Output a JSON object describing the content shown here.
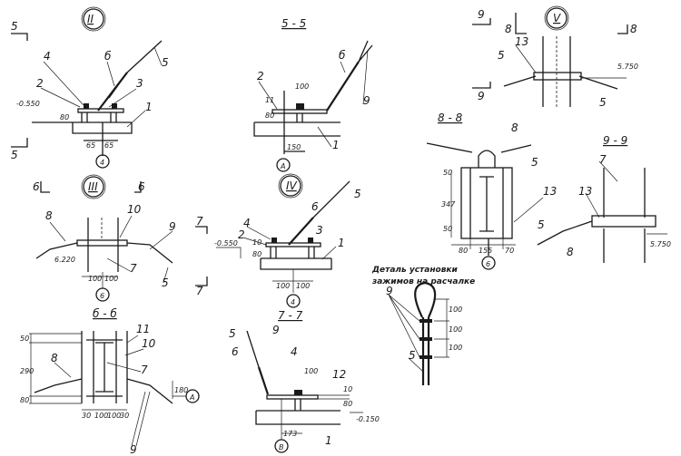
{
  "view_ii": {
    "title": "II",
    "section_marks": [
      "5",
      "5"
    ],
    "level": "-0.550",
    "labels": [
      "4",
      "2",
      "б",
      "3",
      "1",
      "5"
    ],
    "dims": [
      "80",
      "65",
      "65"
    ],
    "node": "4"
  },
  "section_5_5": {
    "title": "5 - 5",
    "labels": [
      "2",
      "б",
      "9",
      "1"
    ],
    "dims": [
      "100",
      "11",
      "80",
      "150"
    ],
    "node": "A"
  },
  "view_v": {
    "title": "V",
    "section_marks": [
      "9",
      "9",
      "8",
      "8"
    ],
    "labels": [
      "13",
      "5",
      "5"
    ],
    "level": "5.750"
  },
  "section_8_8": {
    "title": "8 - 8",
    "labels": [
      "8",
      "5",
      "13"
    ],
    "dims": [
      "50",
      "347",
      "50",
      "80",
      "155",
      "70"
    ],
    "node": "6"
  },
  "section_9_9": {
    "title": "9 - 9",
    "labels": [
      "7",
      "13",
      "5",
      "8"
    ],
    "level": "5.750"
  },
  "view_iii": {
    "title": "III",
    "section_marks": [
      "6",
      "6"
    ],
    "labels": [
      "8",
      "10",
      "9",
      "7",
      "5"
    ],
    "level": "6.220",
    "dims": [
      "100",
      "100"
    ],
    "node": "6"
  },
  "view_iv": {
    "title": "IV",
    "section_marks": [
      "7",
      "7"
    ],
    "labels": [
      "4",
      "2",
      "6",
      "3",
      "1",
      "5"
    ],
    "level": "-0.550",
    "dims": [
      "10",
      "80",
      "100",
      "100"
    ],
    "node": "4"
  },
  "section_6_6": {
    "title": "б - б",
    "labels": [
      "11",
      "10",
      "8",
      "7",
      "9"
    ],
    "dims": [
      "50",
      "290",
      "80",
      "180",
      "30",
      "100",
      "100",
      "30"
    ],
    "node": "A"
  },
  "section_7_7": {
    "title": "7 - 7",
    "labels": [
      "5",
      "9",
      "6",
      "4",
      "12",
      "1"
    ],
    "dims": [
      "100",
      "10",
      "80",
      "173"
    ],
    "level": "-0.150",
    "node": "B"
  },
  "detail": {
    "caption_line1": "Деталь установки",
    "caption_line2": "зажимов на расчалке",
    "labels": [
      "9",
      "5"
    ],
    "dims": [
      "100",
      "100",
      "100"
    ]
  }
}
